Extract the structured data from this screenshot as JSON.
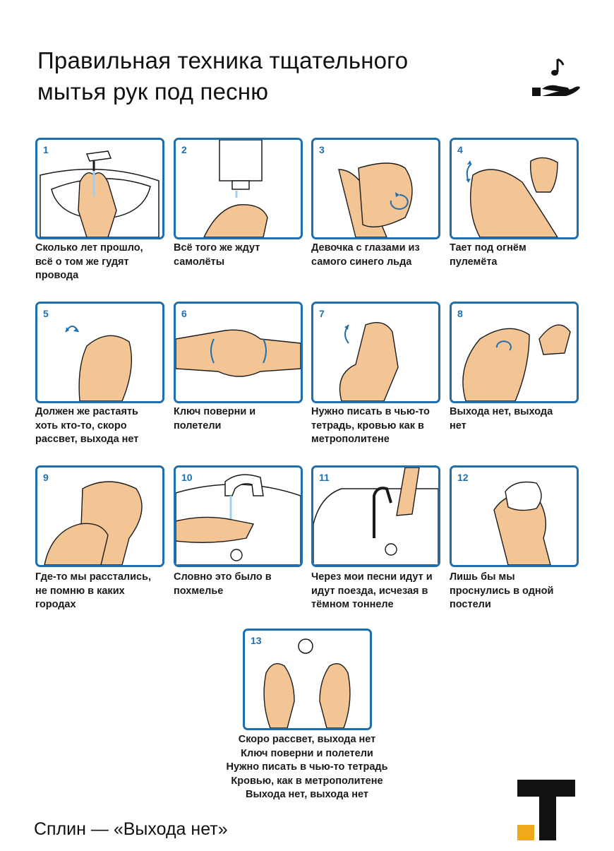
{
  "title_lines": [
    "Правильная техника тщательного",
    "мытья рук под песню"
  ],
  "icons": {
    "header": "hand-music-note-icon",
    "brand": "brand-t-logo"
  },
  "colors": {
    "accent_blue": "#1f6fae",
    "skin": "#f4c594",
    "brand_yellow": "#f0a81c"
  },
  "steps": [
    {
      "num": "1",
      "lines": [
        "Сколько лет прошло,",
        "всё о том же гудят",
        "провода"
      ]
    },
    {
      "num": "2",
      "lines": [
        "Всё того же ждут",
        "самолёты"
      ]
    },
    {
      "num": "3",
      "lines": [
        "Девочка с глазами из",
        "самого синего льда"
      ]
    },
    {
      "num": "4",
      "lines": [
        "Тает под огнём",
        "пулемёта"
      ]
    },
    {
      "num": "5",
      "lines": [
        "Должен же растаять",
        "хоть кто-то, скоро",
        "рассвет, выхода нет"
      ]
    },
    {
      "num": "6",
      "lines": [
        "Ключ поверни и",
        "полетели"
      ]
    },
    {
      "num": "7",
      "lines": [
        "Нужно писать в чью-то",
        "тетрадь, кровью как в",
        "метрополитене"
      ]
    },
    {
      "num": "8",
      "lines": [
        "Выхода нет, выхода",
        "нет"
      ]
    },
    {
      "num": "9",
      "lines": [
        "Где-то мы расстались,",
        "не помню в каких",
        "городах"
      ]
    },
    {
      "num": "10",
      "lines": [
        "Словно это было в",
        "похмелье"
      ]
    },
    {
      "num": "11",
      "lines": [
        "Через мои песни идут и",
        "идут поезда, исчезая в",
        "тёмном тоннеле"
      ]
    },
    {
      "num": "12",
      "lines": [
        "Лишь бы мы",
        "проснулись в одной",
        "постели"
      ]
    },
    {
      "num": "13",
      "lines": []
    }
  ],
  "final_lines": [
    "Скоро рассвет, выхода нет",
    "Ключ поверни и полетели",
    "Нужно писать в чью-то тетрадь",
    "Кровью, как в метрополитене",
    "Выхода нет, выхода нет"
  ],
  "credit": "Сплин — «Выхода нет»"
}
